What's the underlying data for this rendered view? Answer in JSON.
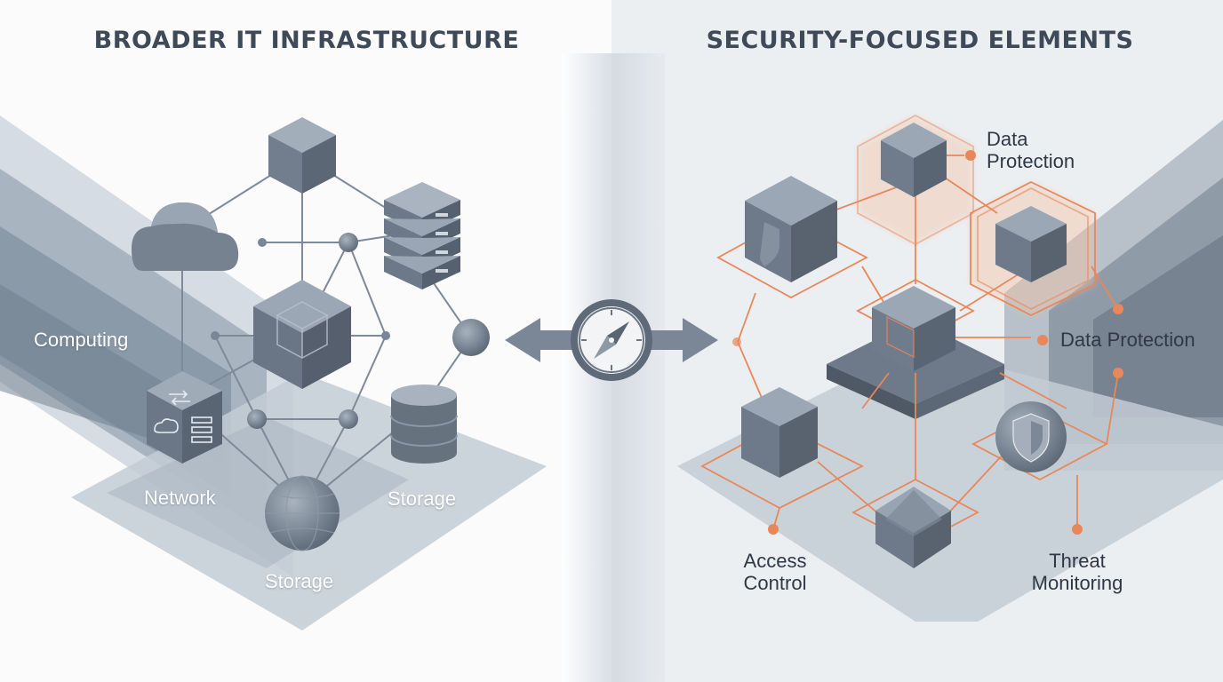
{
  "left_panel": {
    "title": "BROADER IT INFRASTRUCTURE",
    "labels": {
      "computing": "Computing",
      "network": "Network",
      "storage_right": "Storage",
      "storage_bottom": "Storage"
    },
    "icons": [
      "cube-icon",
      "cloud-icon",
      "server-rack-icon",
      "cube-icon",
      "network-device-icon",
      "database-icon",
      "globe-icon"
    ]
  },
  "right_panel": {
    "title": "SECURITY-FOCUSED ELEMENTS",
    "labels": {
      "data_protection_top": [
        "Data",
        "Protection"
      ],
      "data_protection_mid": "Data Protection",
      "access_control": [
        "Access",
        "Control"
      ],
      "threat_monitoring": [
        "Threat",
        "Monitoring"
      ]
    },
    "icons": [
      "shield-cube-icon",
      "cube-icon",
      "cube-icon",
      "cube-icon",
      "cube-icon",
      "pyramid-icon",
      "shield-icon"
    ]
  },
  "center": {
    "icons": [
      "compass-icon",
      "arrow-left-icon",
      "arrow-right-icon"
    ]
  },
  "colors": {
    "accent_orange": "#e8875a",
    "cube_slate": "#6e7a89",
    "title_text": "#3f4a58",
    "background": "#f3f5f7"
  }
}
